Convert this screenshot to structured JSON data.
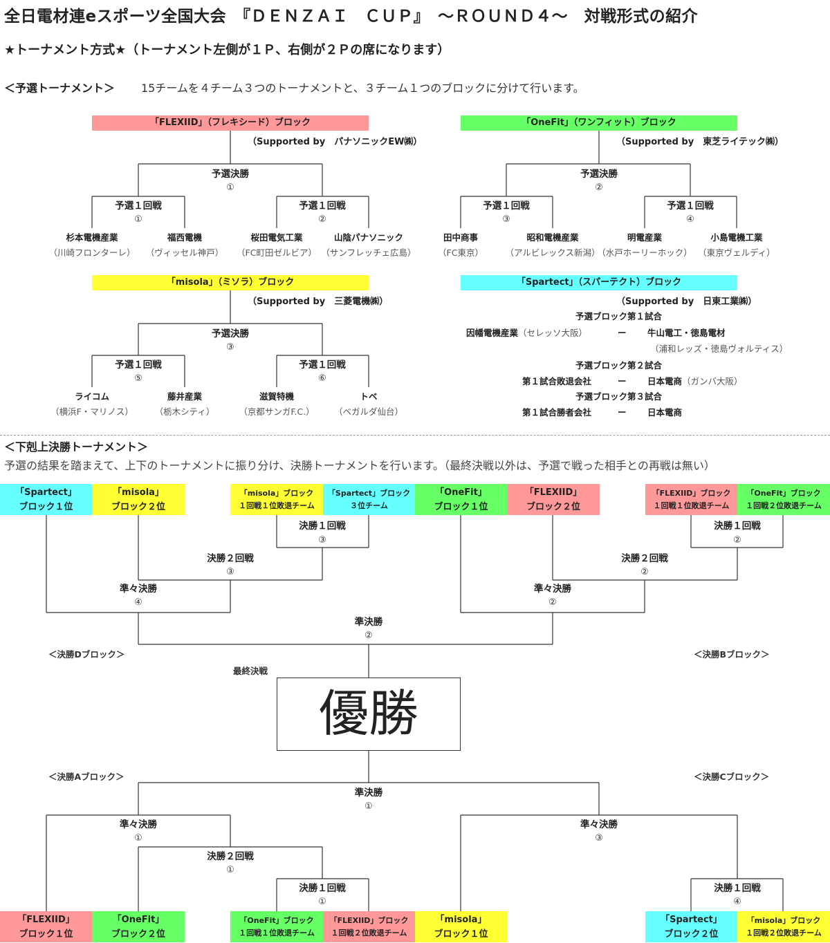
{
  "page": {
    "title": "全日電材連eスポーツ全国大会　『ＤＥＮＺＡＩ　ＣＵＰ』　～ＲＯＵＮＤ４～　対戦形式の紹介",
    "subtitle": "★トーナメント方式★（トーナメント左側が１Ｐ、右側が２Ｐの席になります）"
  },
  "prelim": {
    "heading": "＜予選トーナメント＞",
    "desc": "15チームを４チーム３つのトーナメントと、３チーム１つのブロックに分けて行います。",
    "flexiid": {
      "header": "「FLEXIID」（フレキシード）ブロック",
      "supported": "（Supported by　パナソニックEW㈱）",
      "final": "予選決勝",
      "final_num": "①",
      "r1": "予選１回戦",
      "r1a_num": "①",
      "r1b_num": "②",
      "teams": [
        {
          "name": "杉本電機産業",
          "club": "（川崎フロンターレ）"
        },
        {
          "name": "福西電機",
          "club": "（ヴィッセル神戸）"
        },
        {
          "name": "桜田電気工業",
          "club": "（FC町田ゼルビア）"
        },
        {
          "name": "山陰パナソニック",
          "club": "（サンフレッチェ広島）"
        }
      ]
    },
    "onefit": {
      "header": "「OneFit」（ワンフィット）ブロック",
      "supported": "（Supported by　東芝ライテック㈱）",
      "final": "予選決勝",
      "final_num": "②",
      "r1": "予選１回戦",
      "r1a_num": "③",
      "r1b_num": "④",
      "teams": [
        {
          "name": "田中商事",
          "club": "（FC東京）"
        },
        {
          "name": "昭和電機産業",
          "club": "（アルビレックス新潟）"
        },
        {
          "name": "明電産業",
          "club": "（水戸ホーリーホック）"
        },
        {
          "name": "小島電機工業",
          "club": "（東京ヴェルディ）"
        }
      ]
    },
    "misola": {
      "header": "「misola」（ミソラ）ブロック",
      "supported": "（Supported by　三菱電機㈱）",
      "final": "予選決勝",
      "final_num": "③",
      "r1": "予選１回戦",
      "r1a_num": "⑤",
      "r1b_num": "⑥",
      "teams": [
        {
          "name": "ライコム",
          "club": "（横浜F・マリノス）"
        },
        {
          "name": "藤井産業",
          "club": "（栃木シティ）"
        },
        {
          "name": "滋賀特機",
          "club": "（京都サンガF.C.）"
        },
        {
          "name": "トベ",
          "club": "（ベガルダ仙台）"
        }
      ]
    },
    "spartect": {
      "header": "「Spartect」（スパーテクト）ブロック",
      "supported": "（Supported by　日東工業㈱）",
      "m1_title": "予選ブロック第１試合",
      "m1_left": "因幡電機産業",
      "m1_left_club": "（セレッソ大阪）",
      "dash": "ー",
      "m1_right": "牛山電工・徳島電材",
      "m1_right_club": "（浦和レッズ・徳島ヴォルティス）",
      "m2_title": "予選ブロック第２試合",
      "m2_left": "第１試合敗退会社",
      "m2_right": "日本電商",
      "m2_right_club": "（ガンバ大阪）",
      "m3_title": "予選ブロック第３試合",
      "m3_left": "第１試合勝者会社",
      "m3_right": "日本電商"
    }
  },
  "final": {
    "heading": "＜下剋上決勝トーナメント＞",
    "desc": "予選の結果を踏まえて、上下のトーナメントに振り分け、決勝トーナメントを行います。（最終決戦以外は、予選で戦った相手との再戦は無い）",
    "top_seeds": [
      {
        "l1": "「Spartect」",
        "l2": "ブロック１位"
      },
      {
        "l1": "「misola」",
        "l2": "ブロック２位"
      },
      {
        "l1": "「misola」ブロック",
        "l2": "１回戦１位敗退チーム"
      },
      {
        "l1": "「Spartect」ブロック",
        "l2": "３位チーム"
      },
      {
        "l1": "「OneFit」",
        "l2": "ブロック１位"
      },
      {
        "l1": "「FLEXIID」",
        "l2": "ブロック２位"
      },
      {
        "l1": "「FLEXIID」ブロック",
        "l2": "１回戦１位敗退チーム"
      },
      {
        "l1": "「OneFit」ブロック",
        "l2": "１回戦２位敗退チーム"
      }
    ],
    "bottom_seeds": [
      {
        "l1": "「FLEXIID」",
        "l2": "ブロック１位"
      },
      {
        "l1": "「OneFit」",
        "l2": "ブロック２位"
      },
      {
        "l1": "「OneFit」ブロック",
        "l2": "１回戦１位敗退チーム"
      },
      {
        "l1": "「FLEXIID」ブロック",
        "l2": "１回戦２位敗退チーム"
      },
      {
        "l1": "「misola」",
        "l2": "ブロック１位"
      },
      {
        "l1": "「Spartect」",
        "l2": "ブロック２位"
      },
      {
        "l1": "「misola」ブロック",
        "l2": "１回戦２位敗退チーム"
      }
    ],
    "rounds": {
      "r1": "決勝１回戦",
      "r2": "決勝２回戦",
      "qf": "準々決勝",
      "sf": "準決勝",
      "last": "最終決戦"
    },
    "nums": {
      "d_r1": "③",
      "d_r2": "③",
      "d_qf": "④",
      "b_r1": "②",
      "b_r2": "②",
      "b_qf": "②",
      "sf_top": "②",
      "sf_bot": "①",
      "a_qf": "①",
      "a_r2": "①",
      "a_r1": "①",
      "c_qf": "③",
      "c_r1": "④"
    },
    "blocks": {
      "d": "＜決勝Dブロック＞",
      "b": "＜決勝Bブロック＞",
      "a": "＜決勝Aブロック＞",
      "c": "＜決勝Cブロック＞"
    },
    "champion": "優勝"
  },
  "colors": {
    "flexiid": "#ff9999",
    "onefit": "#66ff66",
    "misola": "#ffff33",
    "spartect": "#66ffff"
  }
}
